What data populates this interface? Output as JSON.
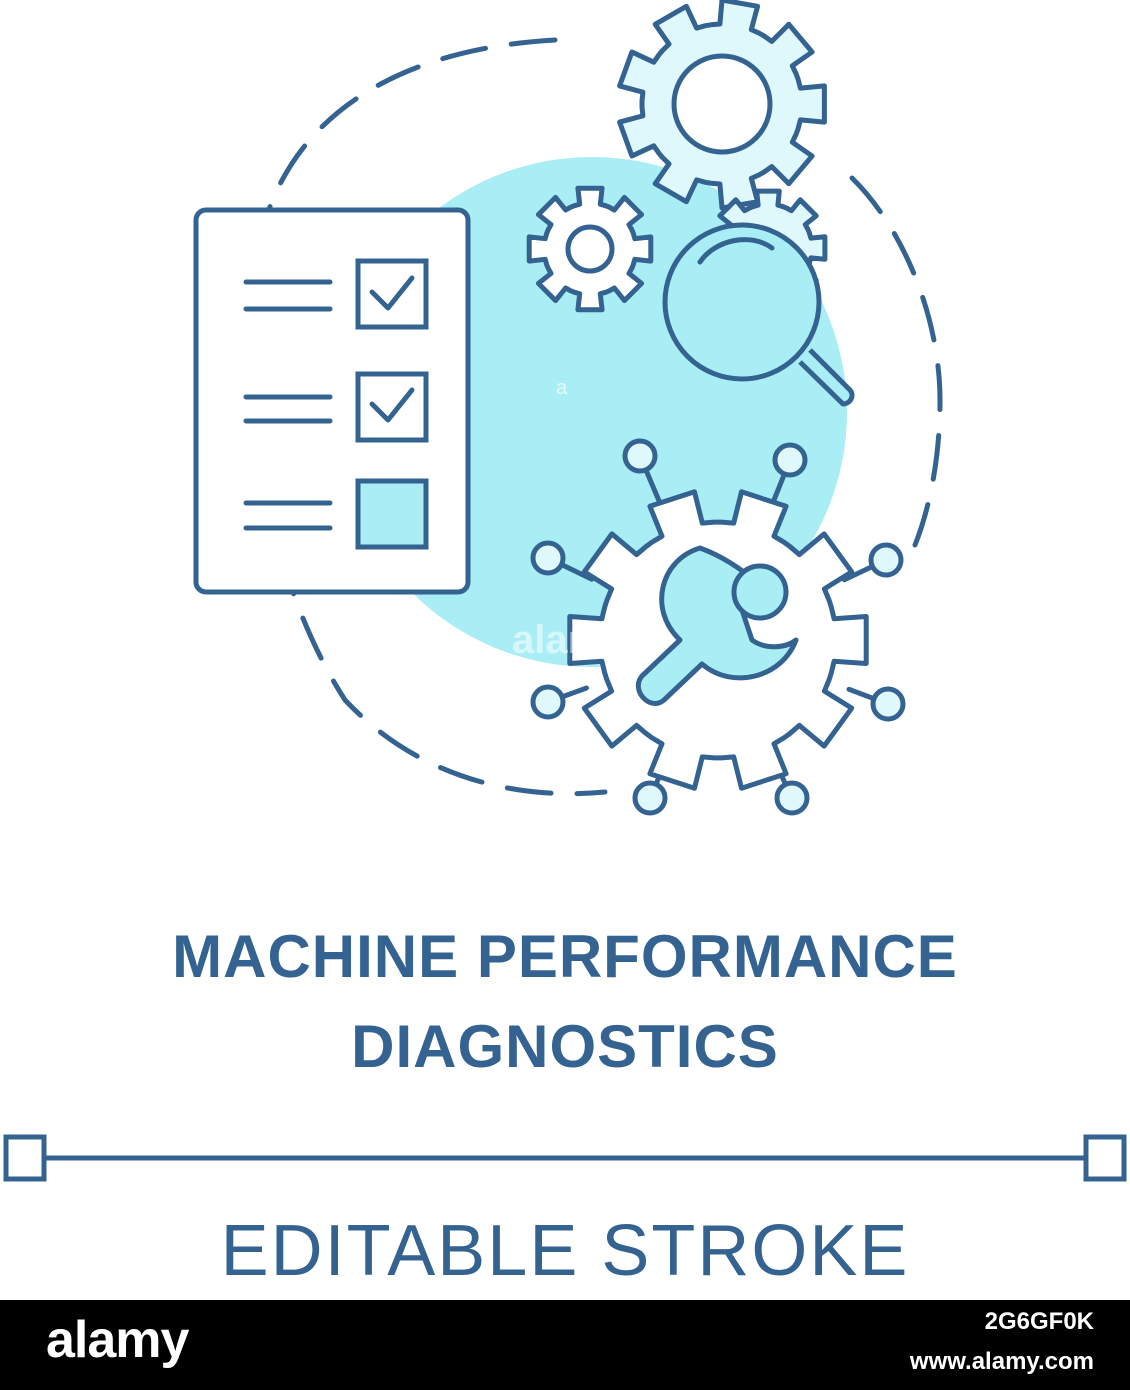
{
  "concept_icon": {
    "title_line_1": "MACHINE PERFORMANCE",
    "title_line_2": "DIAGNOSTICS",
    "stroke_label": "EDITABLE STROKE",
    "icons": [
      "checklist-icon",
      "gear-icon",
      "small-gear-icon",
      "magnifier-icon",
      "wrench-gear-icon"
    ],
    "checklist": {
      "items": [
        {
          "checked": true
        },
        {
          "checked": true
        },
        {
          "checked": false
        }
      ]
    },
    "colors": {
      "stroke": "#346391",
      "fill": "#a9eef4",
      "light_fill": "#dff8fb",
      "background": "#ffffff"
    }
  },
  "footer": {
    "brand": "alamy",
    "image_id": "2G6GF0K",
    "url": "www.alamy.com",
    "background": "#000000"
  },
  "watermark": "alamy"
}
